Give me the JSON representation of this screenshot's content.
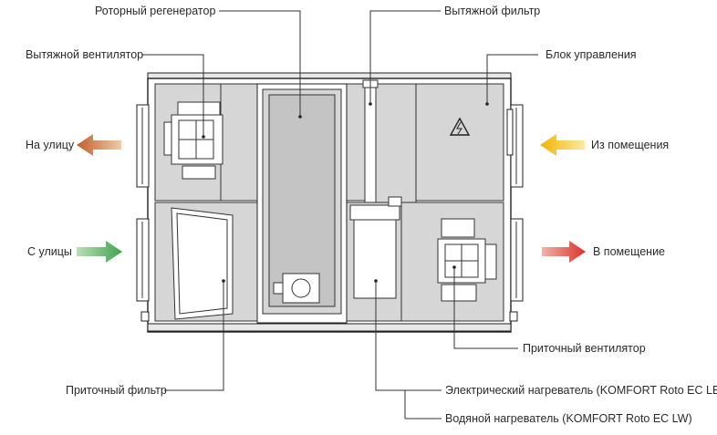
{
  "labels": {
    "rotor_regenerator": "Роторный регенератор",
    "exhaust_filter": "Вытяжной фильтр",
    "exhaust_fan": "Вытяжной вентилятор",
    "control_block": "Блок управления",
    "to_outside": "На улицу",
    "from_room": "Из помещения",
    "from_outside": "С улицы",
    "into_room": "В помещение",
    "supply_fan": "Приточный вентилятор",
    "supply_filter": "Приточный фильтр",
    "electric_heater": "Электрический нагреватель (KOMFORT Roto EC LE)",
    "water_heater": "Водяной нагреватель (KOMFORT Roto EC LW)"
  },
  "colors": {
    "arrow_to_outside": "#c0602a",
    "arrow_from_room": "#f2b400",
    "arrow_from_outside": "#3fa34d",
    "arrow_into_room": "#d9322a",
    "panel_fill": "#d6d6d6",
    "line": "#333333"
  }
}
